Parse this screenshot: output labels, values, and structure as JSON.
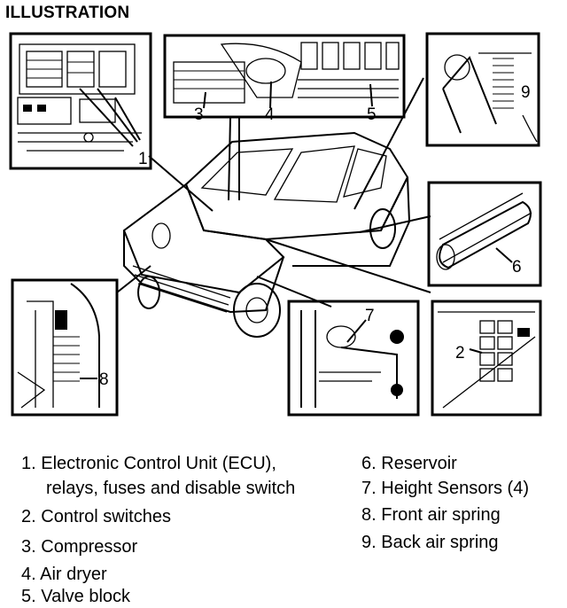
{
  "title": "ILLUSTRATION",
  "callouts": [
    "1",
    "2",
    "3",
    "4",
    "5",
    "6",
    "7",
    "8",
    "9"
  ],
  "legend": {
    "left": [
      {
        "num": "1.",
        "lines": [
          "Electronic Control Unit (ECU),",
          "relays, fuses and disable switch"
        ]
      },
      {
        "num": "2.",
        "lines": [
          "Control switches"
        ]
      },
      {
        "num": "3.",
        "lines": [
          "Compressor"
        ]
      },
      {
        "num": "4.",
        "lines": [
          "Air dryer"
        ]
      },
      {
        "num": "5.",
        "lines": [
          "Valve block"
        ]
      }
    ],
    "right": [
      {
        "num": "6.",
        "lines": [
          "Reservoir"
        ]
      },
      {
        "num": "7.",
        "lines": [
          "Height Sensors (4)"
        ]
      },
      {
        "num": "8.",
        "lines": [
          "Front air spring"
        ]
      },
      {
        "num": "9.",
        "lines": [
          "Back air spring"
        ]
      }
    ]
  }
}
